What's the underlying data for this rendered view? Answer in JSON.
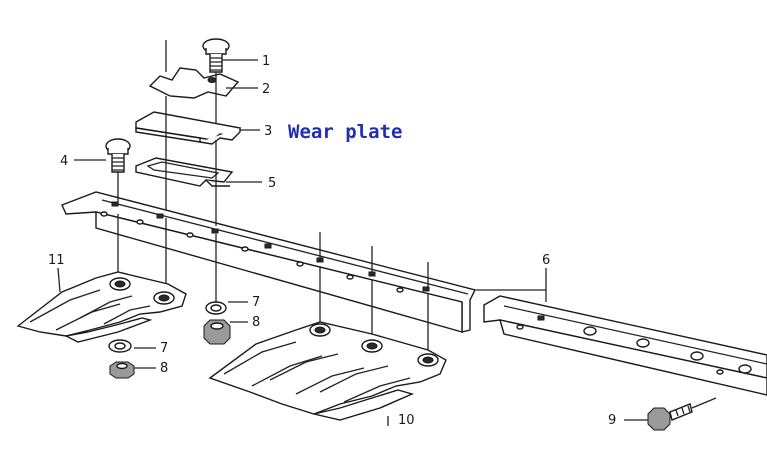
{
  "callouts": {
    "c1": "1",
    "c2": "2",
    "c3": "3",
    "c4": "4",
    "c5": "5",
    "c6": "6",
    "c7a": "7",
    "c7b": "7",
    "c8a": "8",
    "c8b": "8",
    "c9": "9",
    "c10": "10",
    "c11": "11"
  },
  "annotation": {
    "wear_plate": "Wear plate"
  },
  "colors": {
    "annotation": "#1f2fb0",
    "line": "#1a1a1a"
  }
}
